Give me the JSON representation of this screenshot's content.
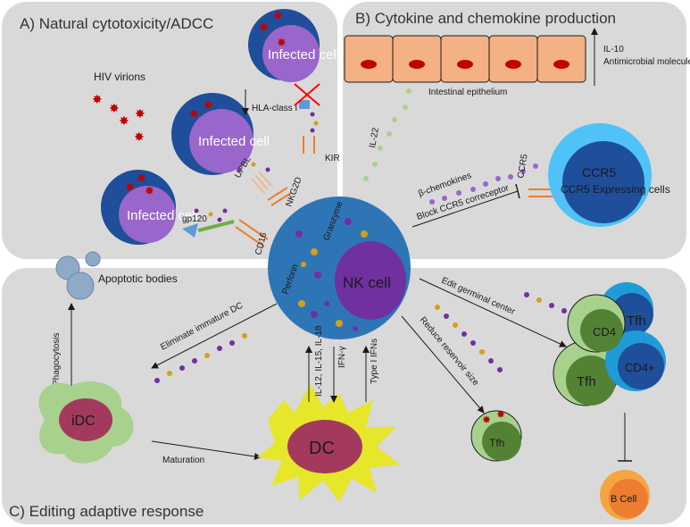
{
  "panels": {
    "a_title": "A) Natural cytotoxicity/ADCC",
    "b_title": "B) Cytokine and chemokine production",
    "c_title": "C) Editing adaptive response"
  },
  "labels": {
    "hiv_virions": "HIV virions",
    "infected_cell": "Infected cell",
    "hla_class_i": "HLA-class I",
    "upbl": "UPBL",
    "nkg2d": "NKG2D",
    "kir": "KIR",
    "cd16": "CD16",
    "gp120": "gp120",
    "granzyme": "Granzyme",
    "perforin": "Perforin",
    "nk_cell": "NK cell",
    "apoptotic_bodies": "Apoptotic bodies",
    "phagocytosis": "Phagocytosis",
    "eliminate_immature_dc": "Eliminate immature DC",
    "idc": "iDC",
    "maturation": "Maturation",
    "dc": "DC",
    "il12_15_18": "IL-12, IL-15, IL-18",
    "ifn_gamma": "IFN-γ",
    "type_i_ifns": "Type I IFNs",
    "reduce_reservoir": "Reduce reservoir size",
    "edit_germinal": "Edit germinal center",
    "tfh": "Tfh",
    "cd4": "CD4",
    "cd4_plus": "CD4+",
    "b_cell": "B Cell",
    "intestinal_epithelium": "Intestinal epithelium",
    "il10": "IL-10",
    "antimicrobial": "Antimicrobial molecules",
    "il22": "IL-22",
    "beta_chemokines": "β-chemokines",
    "block_ccr5": "Block CCR5 correceptor",
    "ccr5": "CCR5",
    "ccr5_cell": "CCR5 Expressing cells"
  },
  "colors": {
    "panel_bg": "#d9d9d9",
    "nk_blue": "#2e75b6",
    "nk_nucleus": "#7030a0",
    "infected_outer": "#1f4e9a",
    "infected_inner": "#9966cc",
    "virion": "#c00000",
    "epithelium": "#f4b183",
    "epithelium_nucleus": "#c00000",
    "dc_yellow": "#e6e62a",
    "dc_nucleus": "#a33a5e",
    "idc_green": "#a9d18e",
    "tfh_green": "#70ad47",
    "cd4_blue": "#1f9bd7",
    "bcell_orange": "#f4a640",
    "purple_dot": "#7030a0",
    "gold_dot": "#d4a017",
    "green_dot": "#a9d18e"
  }
}
